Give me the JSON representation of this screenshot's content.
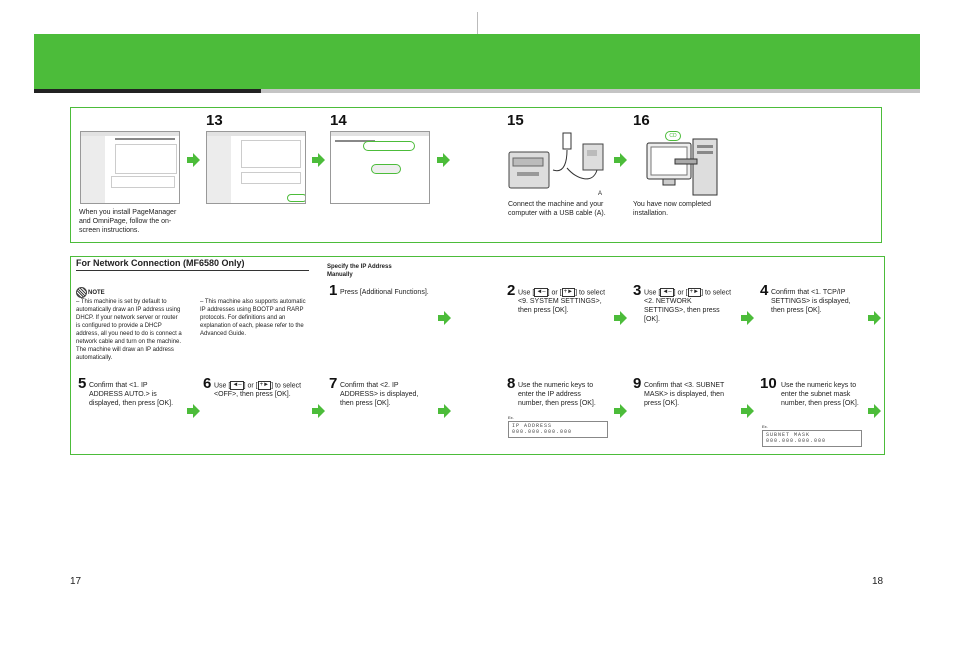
{
  "colors": {
    "brand_green": "#4cbc3a",
    "arrow_green": "#4cbc3a",
    "band_dark": "#222222",
    "band_grey": "#c4c4c4"
  },
  "install": {
    "step13": {
      "num": "13",
      "caption": "When you install PageManager and OmniPage, follow the on-screen instructions."
    },
    "step14": {
      "num": "14"
    },
    "step15": {
      "num": "15",
      "caption": "Connect the machine and your computer with a USB cable (A).",
      "label_a": "A"
    },
    "step16": {
      "num": "16",
      "caption": "You have now completed installation.",
      "cd_label": "CD"
    }
  },
  "network": {
    "heading": "For Network Connection (MF6580 Only)",
    "note_label": "NOTE",
    "note1": "– This machine is set by default to automatically draw an IP address using DHCP. If your network server or router is configured to provide a DHCP address, all you need to do is connect a network cable and turn on the machine. The machine will draw an IP address automatically.",
    "note2": "– This machine also supports automatic IP addresses using BOOTP and RARP protocols. For definitions and an explanation of each, please refer to the Advanced Guide.",
    "specify_title": "Specify the IP Address Manually",
    "steps": [
      {
        "num": "1",
        "text": "Press [Additional Functions]."
      },
      {
        "num": "2",
        "pre": "Use [",
        "mid": "] or [",
        "post": "] to select <9. SYSTEM SETTINGS>, then press [OK]."
      },
      {
        "num": "3",
        "pre": "Use [",
        "mid": "] or [",
        "post": "] to select <2. NETWORK SETTINGS>, then press [OK]."
      },
      {
        "num": "4",
        "text": "Confirm that <1. TCP/IP SETTINGS> is displayed, then press [OK]."
      },
      {
        "num": "5",
        "text": "Confirm that <1. IP ADDRESS AUTO.> is displayed, then press [OK]."
      },
      {
        "num": "6",
        "pre": "Use [",
        "mid": "] or [",
        "post": "] to select <OFF>, then press [OK]."
      },
      {
        "num": "7",
        "text": "Confirm that <2. IP ADDRESS> is displayed, then press [OK]."
      },
      {
        "num": "8",
        "text": "Use the numeric keys to enter the IP address number, then press [OK]."
      },
      {
        "num": "9",
        "text": "Confirm that <3. SUBNET MASK> is displayed, then press [OK]."
      },
      {
        "num": "10",
        "text": "Use the numeric keys to enter the subnet mask number, then press [OK]."
      }
    ],
    "keys": {
      "left": "◄–",
      "right": "+►"
    },
    "lcd8": {
      "ex": "Ex.",
      "line1": "IP ADDRESS",
      "line2": "000.000.000.000"
    },
    "lcd10": {
      "ex": "Ex.",
      "line1": "SUBNET MASK",
      "line2": "000.000.000.000"
    }
  },
  "pages": {
    "left": "17",
    "right": "18"
  }
}
